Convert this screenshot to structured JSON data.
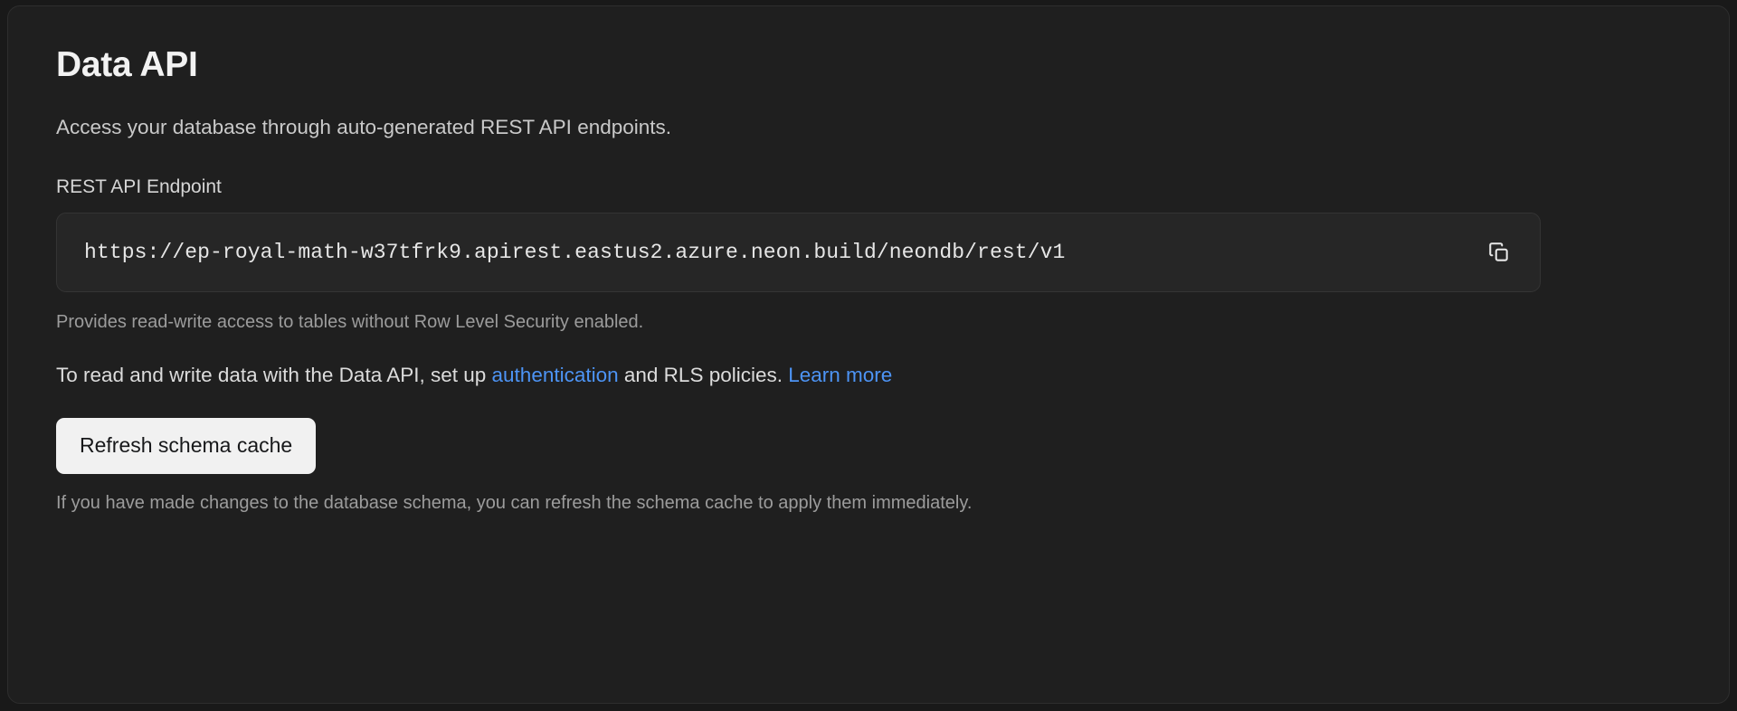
{
  "card": {
    "title": "Data API",
    "subtitle": "Access your database through auto-generated REST API endpoints.",
    "endpoint_field": {
      "label": "REST API Endpoint",
      "value": "https://ep-royal-math-w37tfrk9.apirest.eastus2.azure.neon.build/neondb/rest/v1",
      "copy_icon": "copy-icon",
      "helper_text": "Provides read-write access to tables without Row Level Security enabled."
    },
    "info_paragraph": {
      "part1": "To read and write data with the Data API, set up ",
      "link1": "authentication",
      "part2": " and RLS policies. ",
      "link2": "Learn more"
    },
    "refresh": {
      "button_label": "Refresh schema cache",
      "footnote": "If you have made changes to the database schema, you can refresh the schema cache to apply them immediately."
    }
  },
  "colors": {
    "page_background": "#191919",
    "card_background": "#1f1f1f",
    "card_border": "#2e2e2e",
    "input_background": "#262626",
    "input_border": "#343434",
    "link": "#4d94f5",
    "button_background": "#f1f1f1",
    "button_text": "#17181a",
    "muted_text": "#9c9c9c"
  }
}
